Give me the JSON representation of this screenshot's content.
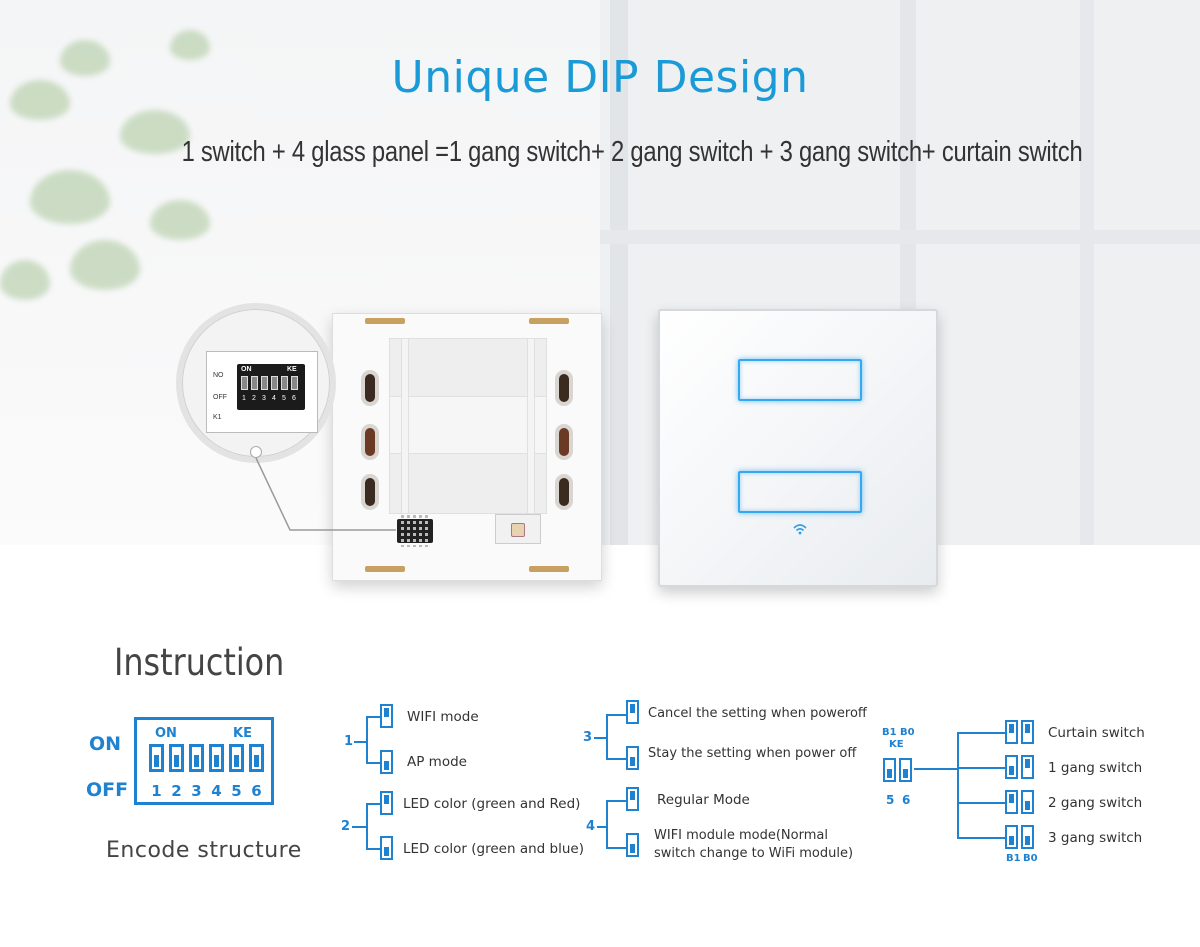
{
  "header": {
    "title": "Unique DIP Design",
    "subtitle": "1 switch + 4 glass panel =1 gang switch+ 2 gang switch + 3 gang switch+ curtain switch"
  },
  "product": {
    "backplate_dip": {
      "on_label": "ON",
      "ke_label": "KE",
      "no_label": "NO",
      "off_label": "OFF",
      "k1_label": "K1",
      "numbers": [
        "1",
        "2",
        "3",
        "4",
        "5",
        "6"
      ]
    },
    "colors": {
      "accent": "#1a9bd7",
      "led": "#35a8f0"
    }
  },
  "instruction": {
    "title": "Instruction",
    "encode": {
      "on": "ON",
      "off": "OFF",
      "dip_on": "ON",
      "dip_ke": "KE",
      "numbers": [
        "1",
        "2",
        "3",
        "4",
        "5",
        "6"
      ],
      "caption": "Encode structure"
    },
    "group1": {
      "num": "1",
      "opt_a": "WIFI mode",
      "opt_b": "AP mode"
    },
    "group2": {
      "num": "2",
      "opt_a": "LED color (green and Red)",
      "opt_b": "LED color (green and blue)"
    },
    "group3": {
      "num": "3",
      "opt_a": "Cancel the setting when poweroff",
      "opt_b": "Stay the setting when power off"
    },
    "group4": {
      "num": "4",
      "opt_a": "Regular Mode",
      "opt_b_line1": "WIFI module mode(Normal",
      "opt_b_line2": "switch change to WiFi module)"
    },
    "group56": {
      "b1": "B1",
      "b0": "B0",
      "ke": "KE",
      "n5": "5",
      "n6": "6",
      "modes": [
        "Curtain switch",
        "1 gang switch",
        "2 gang switch",
        "3 gang switch"
      ]
    }
  }
}
